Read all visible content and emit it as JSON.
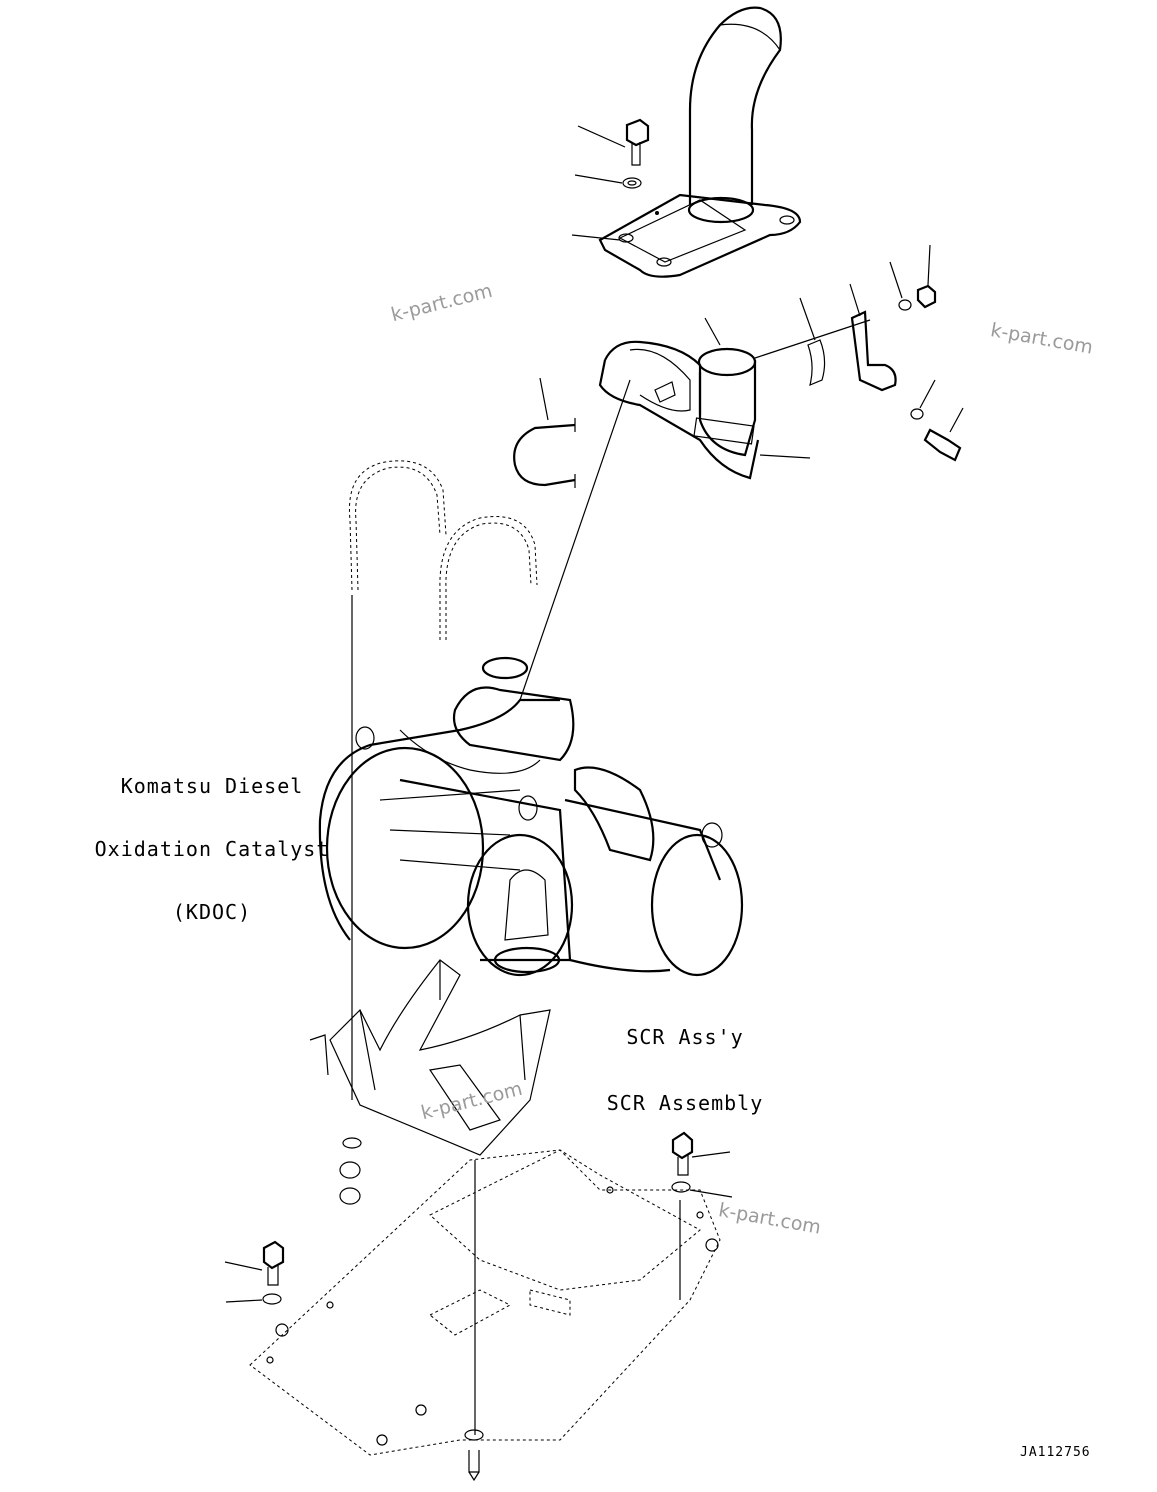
{
  "labels": {
    "kdoc": [
      "Komatsu Diesel",
      "Oxidation Catalyst",
      "(KDOC)"
    ],
    "scr": [
      "SCR Ass'y",
      "SCR Assembly"
    ]
  },
  "watermarks": [
    "k-part.com",
    "k-part.com",
    "k-part.com",
    "k-part.com"
  ],
  "drawing_code": "JA112756"
}
